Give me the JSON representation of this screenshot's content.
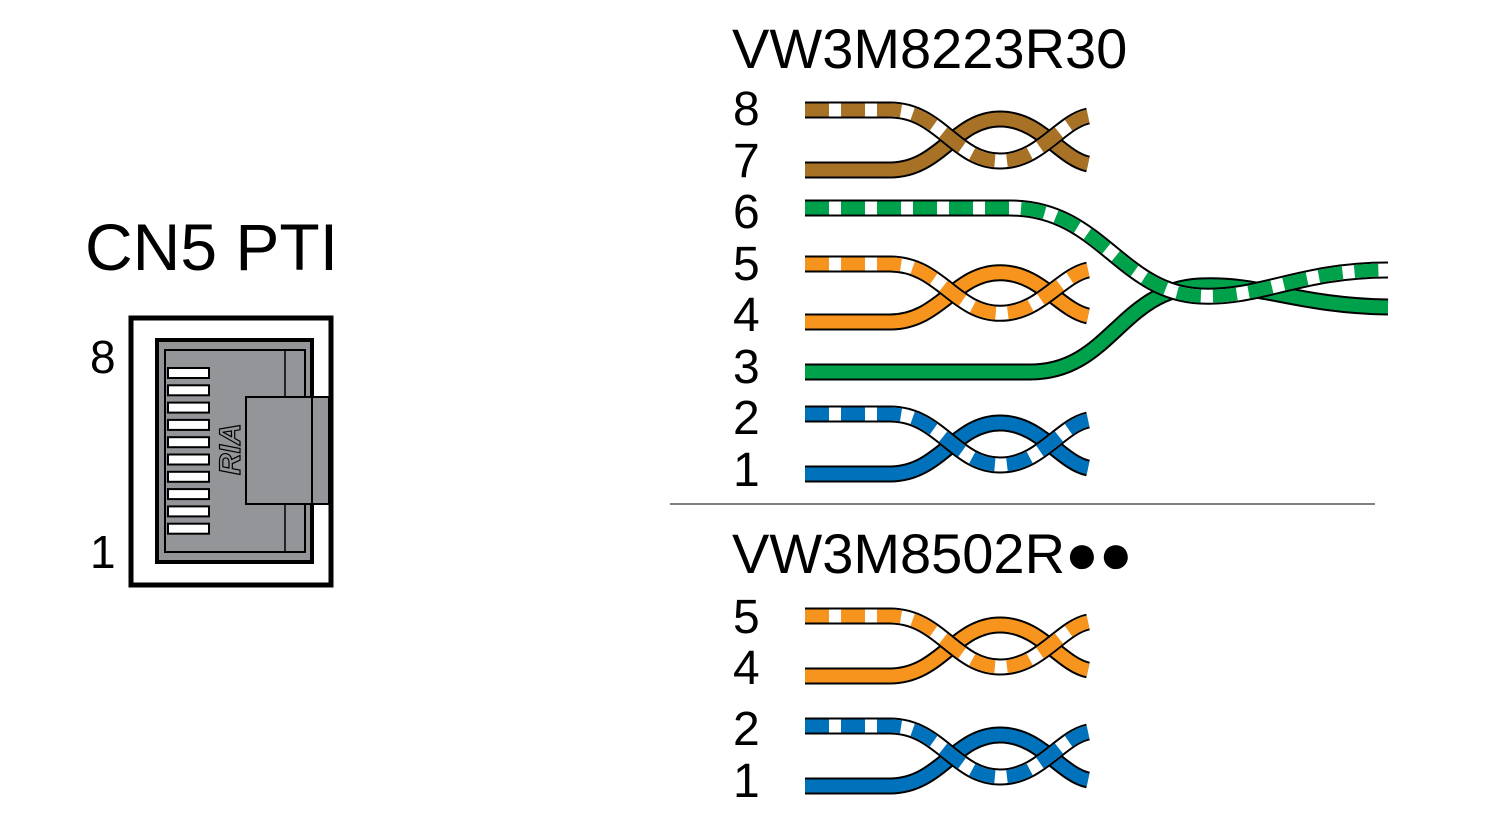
{
  "connector": {
    "title": "CN5 PTI",
    "pin_top": "8",
    "pin_bottom": "1",
    "logo_text": "RIA"
  },
  "cables": [
    {
      "name": "VW3M8223R30",
      "pins": [
        "8",
        "7",
        "6",
        "5",
        "4",
        "3",
        "2",
        "1"
      ]
    },
    {
      "name": "VW3M8502R●●",
      "pins": [
        "5",
        "4",
        "2",
        "1"
      ]
    }
  ],
  "colors": {
    "brown": "#A87226",
    "green": "#00A14B",
    "orange": "#F7941D",
    "blue": "#0072BC",
    "connector_gray": "#939598"
  }
}
